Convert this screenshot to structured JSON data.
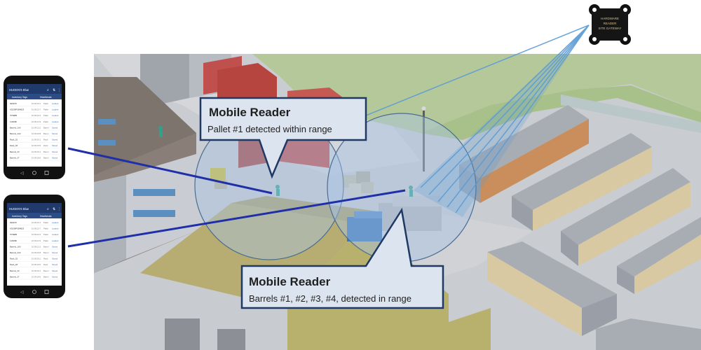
{
  "callouts": [
    {
      "title": "Mobile Reader",
      "text": "Pallet #1 detected within range"
    },
    {
      "title": "Mobile Reader",
      "text": "Barrels #1, #2, #3, #4, detected in range"
    }
  ],
  "phones": [
    {
      "app_title": "HUGEN'S Blue",
      "tabs": [
        "Inventory Tags",
        "Heartbeats"
      ],
      "rows": [
        [
          "2E9F45",
          "10:09:23:1",
          "Pallet",
          "Loaded"
        ],
        [
          "A3C89F0E4B23",
          "10:09:22:7",
          "Pallet",
          "Loaded"
        ],
        [
          "7F5E8B",
          "10:09:22:4",
          "Pallet",
          "Loaded"
        ],
        [
          "11DD8F",
          "10:09:21:9",
          "Pallet",
          "Loaded"
        ],
        [
          "Barrels_1A0",
          "10:09:21:2",
          "Barrel",
          "Stored"
        ],
        [
          "Barrels_2A0",
          "10:09:20:8",
          "Barrel",
          "Stored"
        ],
        [
          "Rack_25",
          "10:09:20:1",
          "Rack",
          "Stored"
        ],
        [
          "Rack_48",
          "10:09:19:5",
          "Rack",
          "Stored"
        ],
        [
          "Barrels_33",
          "10:09:19:1",
          "Barrel",
          "Stored"
        ],
        [
          "Barrels_37",
          "10:09:18:6",
          "Barrel",
          "Stored"
        ]
      ]
    },
    {
      "app_title": "HUGEN'S Blue",
      "tabs": [
        "Inventory Tags",
        "Heartbeats"
      ],
      "rows": [
        [
          "2E9F45",
          "10:09:23:1",
          "Pallet",
          "Loaded"
        ],
        [
          "A3C89F0E4B23",
          "10:09:22:7",
          "Pallet",
          "Loaded"
        ],
        [
          "7F5E8B",
          "10:09:22:4",
          "Pallet",
          "Loaded"
        ],
        [
          "11DD8F",
          "10:09:21:9",
          "Pallet",
          "Loaded"
        ],
        [
          "Barrels_1A0",
          "10:09:21:2",
          "Barrel",
          "Stored"
        ],
        [
          "Barrels_2A0",
          "10:09:20:8",
          "Barrel",
          "Stored"
        ],
        [
          "Rack_25",
          "10:09:20:1",
          "Rack",
          "Stored"
        ],
        [
          "Rack_48",
          "10:09:19:5",
          "Rack",
          "Stored"
        ],
        [
          "Barrels_33",
          "10:09:19:1",
          "Barrel",
          "Stored"
        ],
        [
          "Barrels_37",
          "10:09:18:6",
          "Barrel",
          "Stored"
        ]
      ]
    }
  ],
  "gateway": {
    "label_lines": [
      "HARDWARE",
      "READER",
      "SITE GATEWAY"
    ]
  },
  "colors": {
    "callout_border": "#1f3864",
    "callout_fill": "#dbe4ef",
    "connector": "#1f2fa8",
    "beam": "#5b9bd5",
    "range_fill": "#a9c4e4",
    "phone_header": "#1f3a6b"
  }
}
